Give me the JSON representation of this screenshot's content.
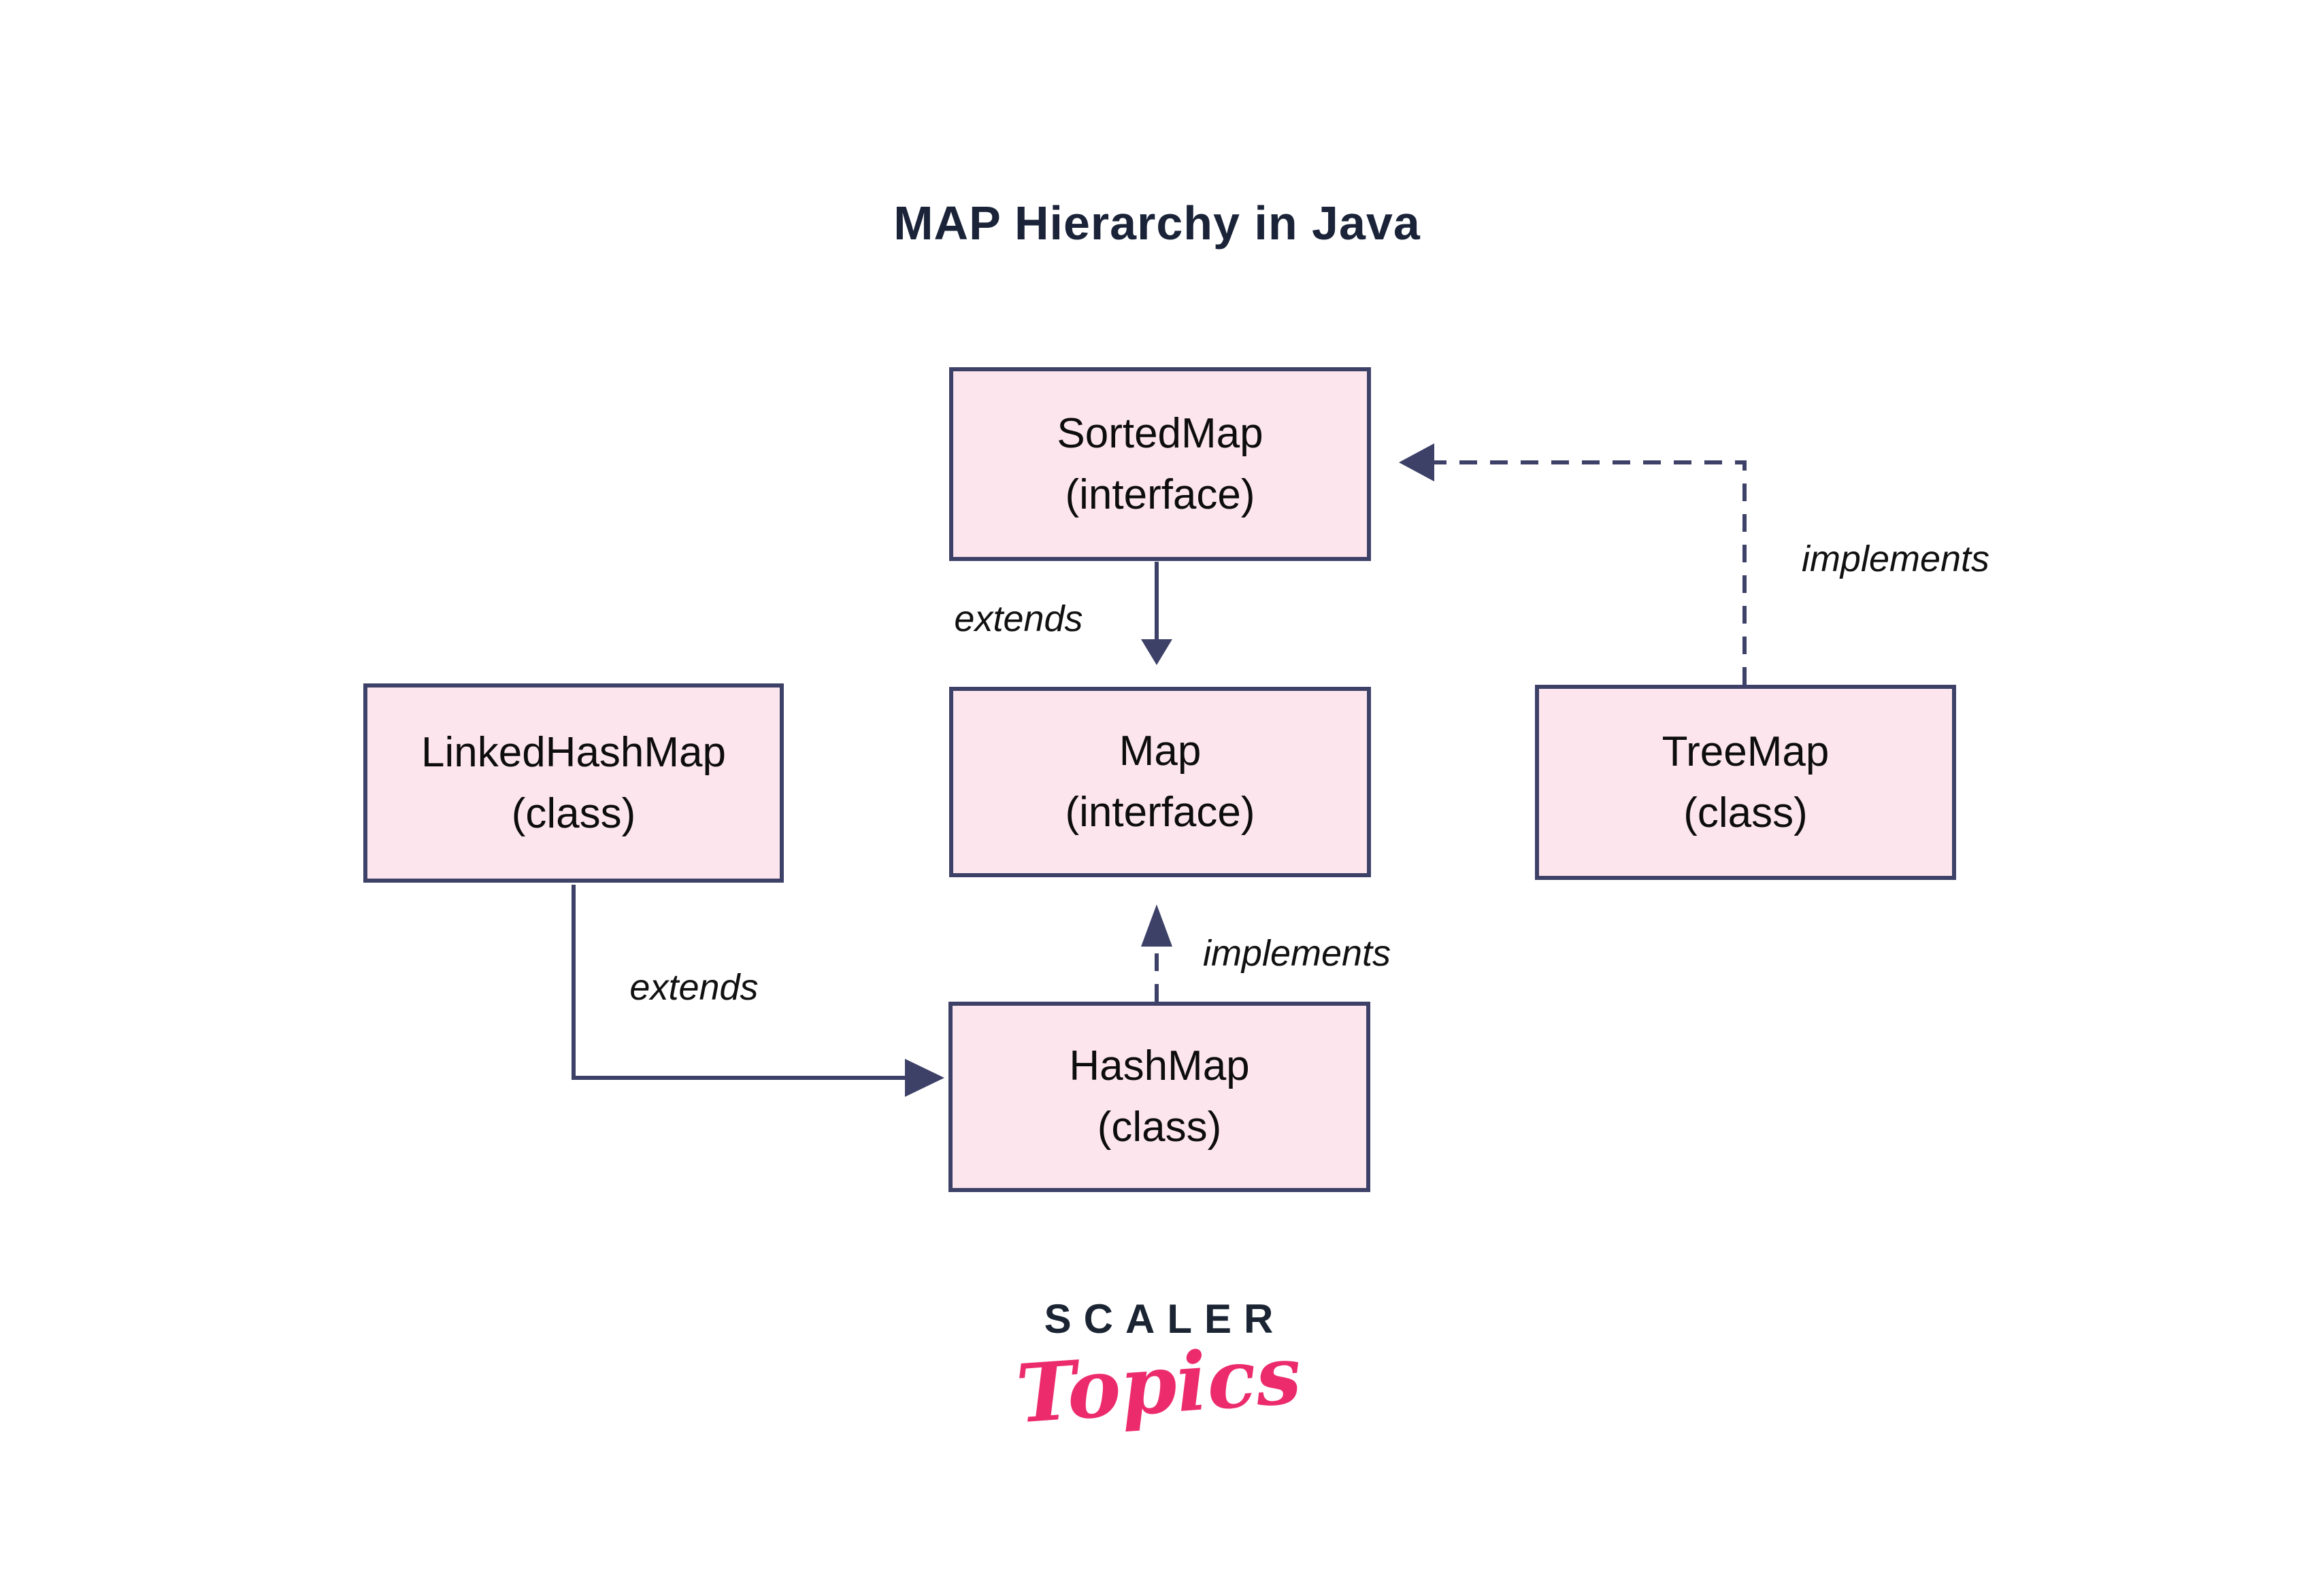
{
  "title": "MAP Hierarchy in Java",
  "nodes": [
    {
      "id": "sortedmap",
      "line1": "SortedMap",
      "line2": "(interface)"
    },
    {
      "id": "map",
      "line1": "Map",
      "line2": "(interface)"
    },
    {
      "id": "linkedhashmap",
      "line1": "LinkedHashMap",
      "line2": "(class)"
    },
    {
      "id": "treemap",
      "line1": "TreeMap",
      "line2": "(class)"
    },
    {
      "id": "hashmap",
      "line1": "HashMap",
      "line2": "(class)"
    }
  ],
  "edges": [
    {
      "from": "SortedMap",
      "to": "Map",
      "label": "extends",
      "style": "solid"
    },
    {
      "from": "TreeMap",
      "to": "SortedMap",
      "label": "implements",
      "style": "dashed"
    },
    {
      "from": "HashMap",
      "to": "Map",
      "label": "implements",
      "style": "dashed"
    },
    {
      "from": "LinkedHashMap",
      "to": "HashMap",
      "label": "extends",
      "style": "solid"
    }
  ],
  "logo": {
    "line1": "SCALER",
    "line2": "Topics"
  },
  "colors": {
    "line": "#3d4168",
    "box_fill": "#fce5ec",
    "box_border": "#3d4168",
    "title_color": "#1a2338",
    "label_color": "#111111",
    "logo_navy": "#1b2433",
    "logo_pink": "#ec2b6d",
    "bg": "#ffffff"
  }
}
